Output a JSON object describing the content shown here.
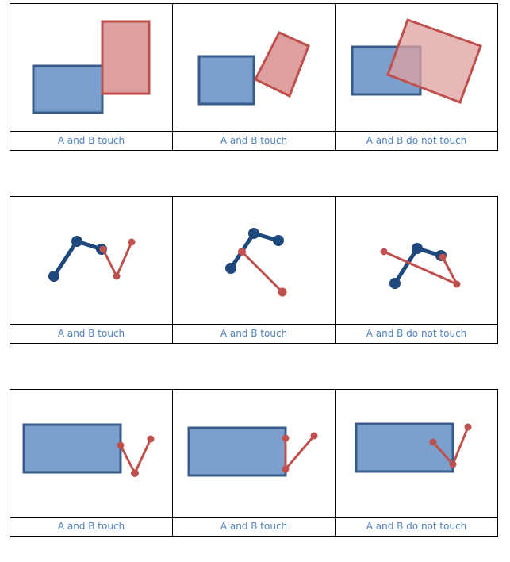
{
  "rows": [
    {
      "name": "polygon-polygon",
      "captions": [
        "A and B touch",
        "A and B touch",
        "A and B do not touch"
      ]
    },
    {
      "name": "line-line",
      "captions": [
        "A and B touch",
        "A and B touch",
        "A and B do not touch"
      ]
    },
    {
      "name": "polygon-line",
      "captions": [
        "A and B touch",
        "A and B touch",
        "A and B do not touch"
      ]
    }
  ],
  "colors": {
    "a_fill": "#7ba0cd",
    "a_stroke": "#385d8a",
    "a_line": "#1f497d",
    "b_fill": "#dda09f",
    "b_stroke": "#c0504d",
    "caption": "#4f81bd"
  }
}
